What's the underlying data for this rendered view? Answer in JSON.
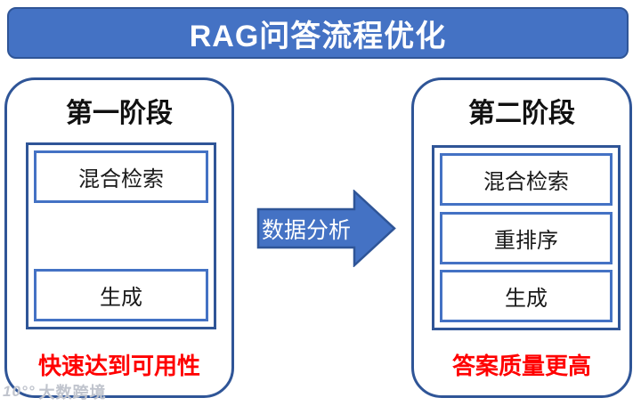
{
  "header": {
    "title": "RAG问答流程优化"
  },
  "stages": {
    "left": {
      "title": "第一阶段",
      "items": [
        "混合检索",
        "生成"
      ],
      "caption": "快速达到可用性"
    },
    "right": {
      "title": "第二阶段",
      "items": [
        "混合检索",
        "重排序",
        "生成"
      ],
      "caption": "答案质量更高"
    }
  },
  "arrow": {
    "label": "数据分析"
  },
  "watermark": {
    "logo": "10°°",
    "text": "大数跨境"
  },
  "colors": {
    "primary_blue": "#4472C4",
    "dark_navy": "#2F5597",
    "caption_red": "#FF0000"
  }
}
